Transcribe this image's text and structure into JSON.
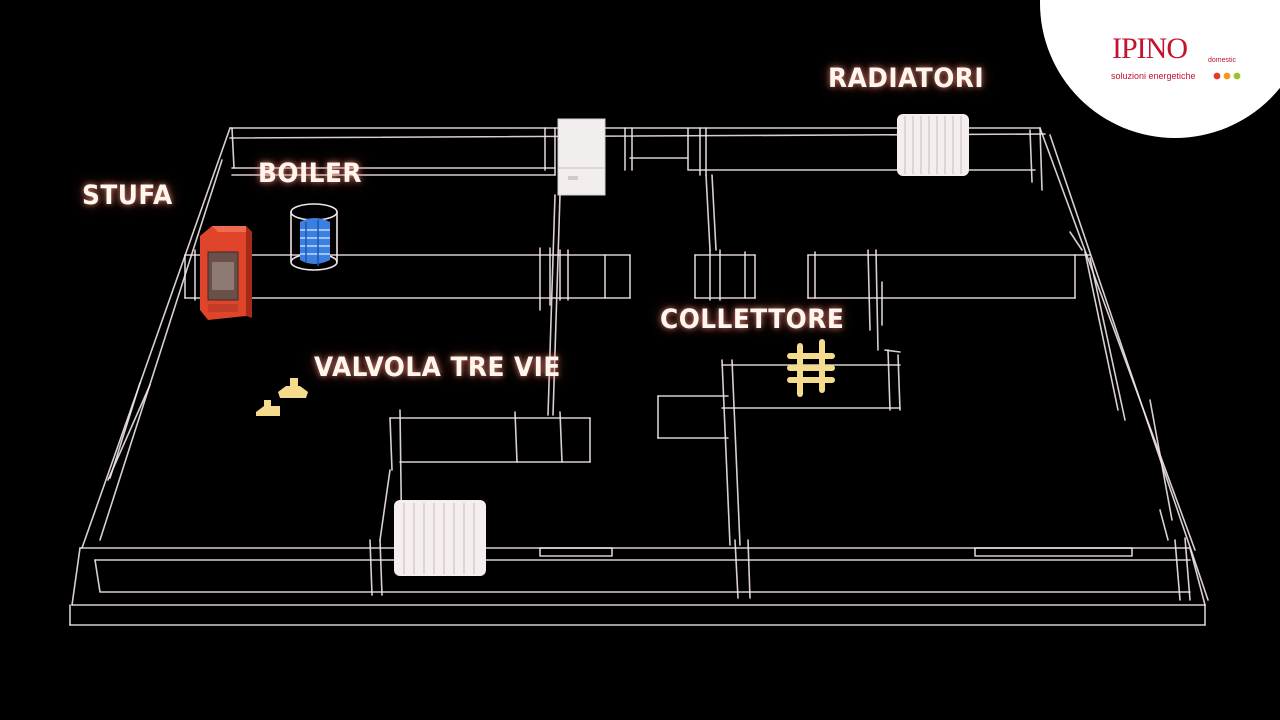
{
  "labels": {
    "stufa": "STUFA",
    "boiler": "BOILER",
    "radiatori": "RADIATORI",
    "collettore": "COLLETTORE",
    "valvola": "VALVOLA TRE VIE"
  },
  "logo": {
    "brand": "IPINO",
    "sub": "domestic",
    "tagline": "soluzioni energetiche"
  },
  "colors": {
    "background": "#000000",
    "wall": "#f1e4e7",
    "label_glow": "#ff9682",
    "stove": "#e0452c",
    "boiler": "#3b7fe0",
    "manifold": "#f5dc8c",
    "radiator": "#f4eeee",
    "logo": "#c4122f"
  },
  "icons": [
    "stove-icon",
    "boiler-icon",
    "three-way-valve-icon",
    "manifold-icon",
    "radiator-icon"
  ]
}
